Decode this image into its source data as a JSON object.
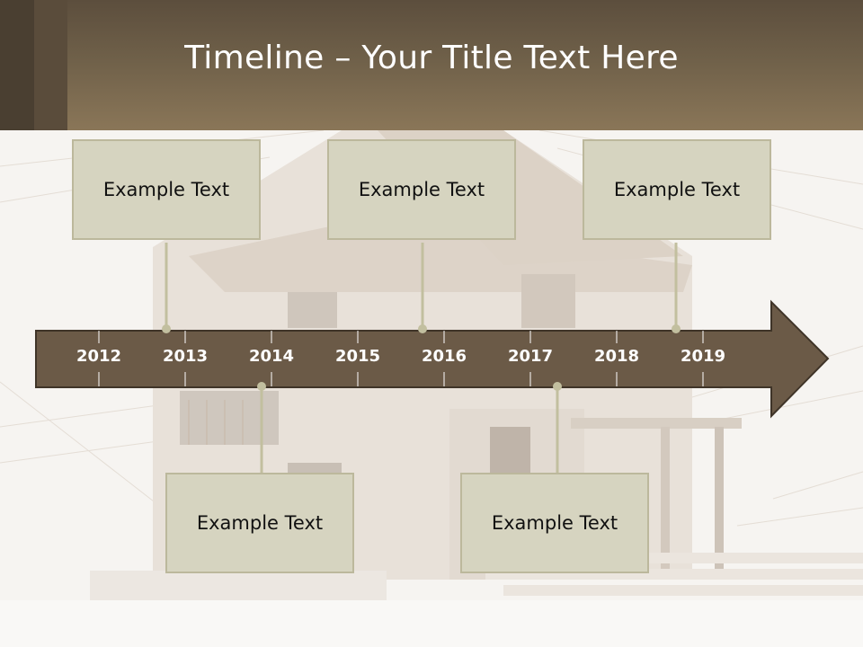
{
  "slide": {
    "title": "Timeline – Your Title Text Here"
  },
  "timeline": {
    "years": [
      "2012",
      "2013",
      "2014",
      "2015",
      "2016",
      "2017",
      "2018",
      "2019"
    ],
    "arrow_color": "#6b5a47",
    "connector_color": "#c2bf9f"
  },
  "events_top": [
    {
      "text": "Example Text"
    },
    {
      "text": "Example Text"
    },
    {
      "text": "Example Text"
    }
  ],
  "events_bottom": [
    {
      "text": "Example Text"
    },
    {
      "text": "Example Text"
    }
  ],
  "colors": {
    "header": "#6f6049",
    "box_fill": "#d6d4c0",
    "box_border": "#bcb89c"
  }
}
